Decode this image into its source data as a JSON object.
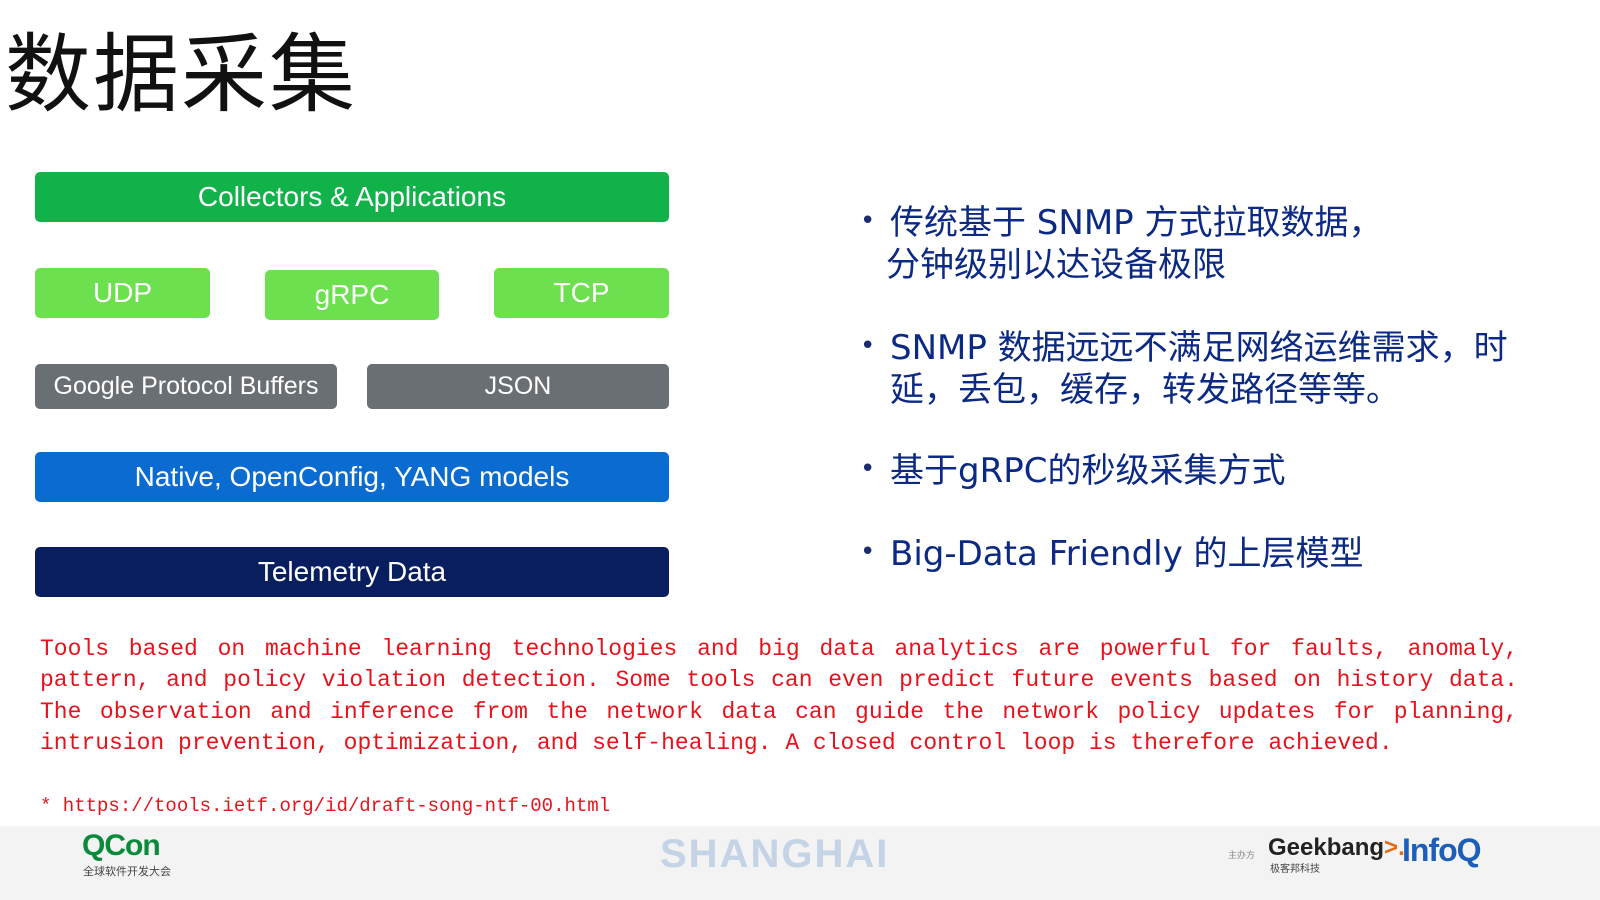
{
  "slide": {
    "title": "数据采集"
  },
  "stack": {
    "collectors": "Collectors & Applications",
    "transports": [
      "UDP",
      "gRPC",
      "TCP"
    ],
    "encodings": [
      "Google Protocol Buffers",
      "JSON"
    ],
    "models": "Native, OpenConfig, YANG models",
    "data": "Telemetry Data"
  },
  "bullets": [
    {
      "bullet": "•",
      "lines": [
        "传统基于 SNMP 方式拉取数据，",
        "分钟级别以达设备极限"
      ]
    },
    {
      "bullet": "•",
      "lines": [
        "SNMP 数据远远不满足网络运维需求，时",
        "延，丢包，缓存，转发路径等等。"
      ]
    },
    {
      "bullet": "•",
      "lines": [
        "基于gRPC的秒级采集方式"
      ]
    },
    {
      "bullet": "•",
      "lines": [
        "Big-Data Friendly 的上层模型"
      ]
    }
  ],
  "note": {
    "text": "Tools based on machine learning technologies and big data analytics are powerful for faults, anomaly, pattern, and policy violation detection. Some tools can even predict future events based on history data. The observation and inference from the network data can guide the network policy updates for planning, intrusion prevention, optimization, and self-healing. A closed control loop is therefore achieved.",
    "link": "* https://tools.ietf.org/id/draft-song-ntf-00.html"
  },
  "footer": {
    "qcon_logo": "QCon",
    "qcon_sub": "全球软件开发大会",
    "city": "SHANGHAI",
    "organizer_label": "主办方",
    "geekbang_logo": "Geekbang",
    "geekbang_arrow": ">.",
    "geekbang_sub": "极客邦科技",
    "infoq_logo": "InfoQ"
  },
  "colors": {
    "collectors": "#12b24a",
    "transport": "#6de050",
    "encoding": "#6a6f73",
    "models": "#0a6cd0",
    "telemetry": "#081e5f",
    "bullet_text": "#0c2a84",
    "note_text": "#e8121d"
  }
}
